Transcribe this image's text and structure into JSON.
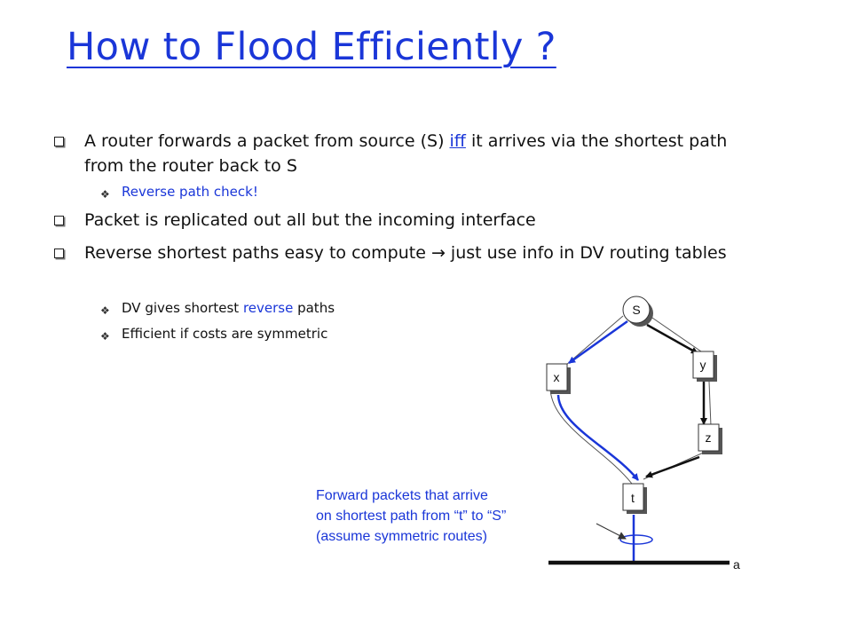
{
  "title": "How to Flood Efficiently ?",
  "bullets": [
    {
      "text_before": "A router forwards a packet from source (S) ",
      "link": "iff",
      "text_after": " it arrives via the shortest path from the router back to S",
      "sub": [
        {
          "text": "Reverse path check!"
        }
      ]
    },
    {
      "text": "Packet is replicated out all but the incoming interface"
    },
    {
      "text_before": "Reverse shortest paths easy to compute ",
      "arrow": "→",
      "text_after": " just use info in DV routing tables",
      "sub": [
        {
          "before": "DV gives shortest ",
          "highlight": "reverse",
          "after": " paths"
        },
        {
          "text": "Efficient if costs are symmetric"
        }
      ]
    }
  ],
  "diagram": {
    "nodes": {
      "S": "S",
      "x": "x",
      "y": "y",
      "z": "z",
      "t": "t"
    },
    "network_label": "a",
    "annotation": [
      "Forward packets that arrive",
      "on shortest path from “t” to “S”",
      "(assume symmetric routes)"
    ]
  },
  "colors": {
    "accent": "#1a36d8",
    "text": "#111111"
  }
}
